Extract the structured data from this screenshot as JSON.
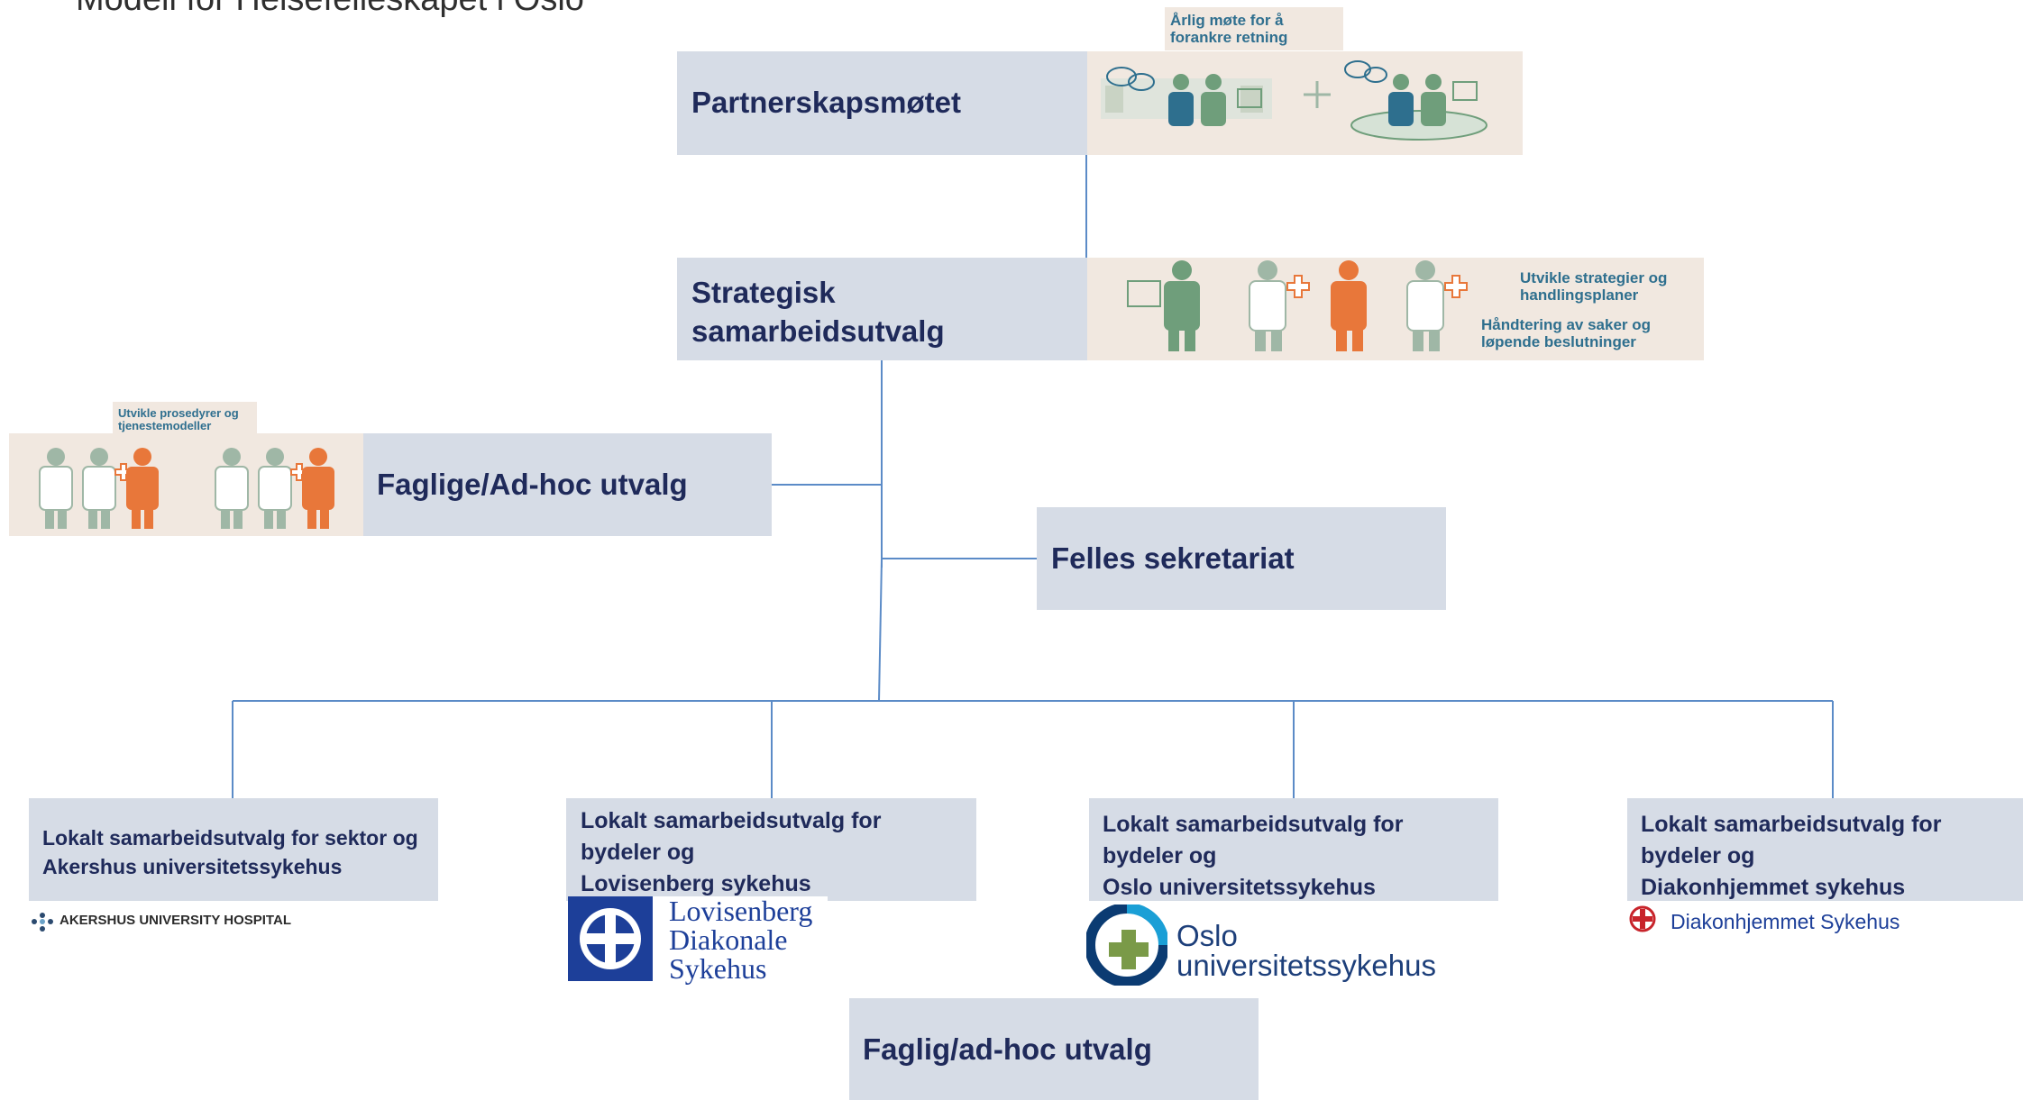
{
  "title": "Modell for Helsefelleskapet i Oslo",
  "top": {
    "label": "Partnerskapsmøtet",
    "caption_line1": "Årlig møte for å",
    "caption_line2": "forankre retning"
  },
  "strategic": {
    "label_line1": "Strategisk",
    "label_line2": "samarbeidsutvalg",
    "caption1_line1": "Utvikle strategier og",
    "caption1_line2": "handlingsplaner",
    "caption2_line1": "Håndtering av saker og",
    "caption2_line2": "løpende beslutninger"
  },
  "faglige": {
    "label": "Faglige/Ad-hoc utvalg",
    "caption_line1": "Utvikle prosedyrer og",
    "caption_line2": "tjenestemodeller"
  },
  "felles": {
    "label": "Felles sekretariat"
  },
  "local": [
    {
      "line1": "Lokalt samarbeidsutvalg for sektor og",
      "line2": "Akershus universitetssykehus",
      "line3": ""
    },
    {
      "line1": "Lokalt samarbeidsutvalg for",
      "line2": "bydeler og",
      "line3": "Lovisenberg sykehus"
    },
    {
      "line1": "Lokalt samarbeidsutvalg for",
      "line2": "bydeler og",
      "line3": "Oslo universitetssykehus"
    },
    {
      "line1": "Lokalt samarbeidsutvalg for",
      "line2": "bydeler og",
      "line3": "Diakonhjemmet sykehus"
    }
  ],
  "logos": {
    "akershus": "AKERSHUS UNIVERSITY HOSPITAL",
    "lovisenberg_line1": "Lovisenberg",
    "lovisenberg_line2": "Diakonale",
    "lovisenberg_line3": "Sykehus",
    "ous_line1": "Oslo",
    "ous_line2": "universitetssykehus",
    "diakonhjemmet": "Diakonhjemmet Sykehus"
  },
  "bottom": {
    "label": "Faglig/ad-hoc utvalg"
  },
  "colors": {
    "box": "#d6dce6",
    "box_text": "#1f2a5a",
    "line": "#5b8bc7",
    "panel": "#f1e8e0",
    "green": "#6f9e7b",
    "teal": "#2e6f8e",
    "orange": "#e8773a"
  }
}
